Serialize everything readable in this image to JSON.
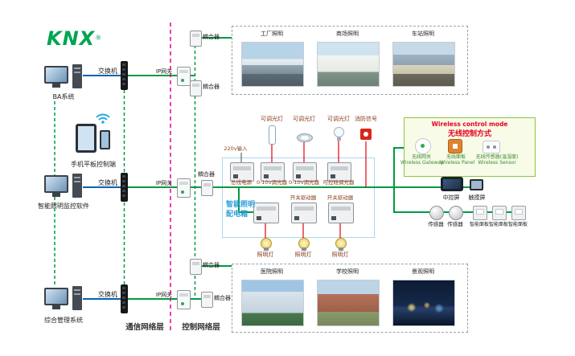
{
  "logo": {
    "text": "KNX",
    "reg": "®"
  },
  "layers": {
    "communication": "通信网络层",
    "control": "控制网络层"
  },
  "terminals": {
    "ba": "BA系统",
    "mobile": "手机平板控制端",
    "monitor": "智能照明监控软件",
    "management": "综合管理系统"
  },
  "network": {
    "switch": "交换机",
    "gateway": "IP网关",
    "coupler": "耦合器"
  },
  "top_gallery": {
    "items": [
      {
        "label": "工厂照明"
      },
      {
        "label": "商场照明"
      },
      {
        "label": "车站照明"
      }
    ]
  },
  "bottom_gallery": {
    "items": [
      {
        "label": "医院照明"
      },
      {
        "label": "学校照明"
      },
      {
        "label": "景观照明"
      }
    ]
  },
  "dist_box": {
    "title_line1": "智能照明",
    "title_line2": "配电箱",
    "input_label": "220v输入",
    "loads": [
      {
        "label": "可调光灯"
      },
      {
        "label": "可调光灯"
      },
      {
        "label": "可调光灯"
      },
      {
        "label": "消防信号"
      }
    ],
    "row1": [
      {
        "label": "总线电源"
      },
      {
        "label": "0-10v调光器"
      },
      {
        "label": "0-10v调光器"
      },
      {
        "label": "可控硅调光器"
      }
    ],
    "row2": [
      {
        "label": "开关驱动器"
      },
      {
        "label": "开关驱动器"
      }
    ],
    "lamps": [
      {
        "label": "照明灯"
      },
      {
        "label": "照明灯"
      },
      {
        "label": "照明灯"
      }
    ]
  },
  "wireless": {
    "title_en": "Wireless control mode",
    "title_zh": "无线控制方式",
    "devices": [
      {
        "zh": "无线网关",
        "en": "Wireless Gateway"
      },
      {
        "zh": "无线面板",
        "en": "Wireless Panel"
      },
      {
        "zh": "无线传感器(温湿度)",
        "en": "Wireless Sensor"
      }
    ]
  },
  "right_devices": {
    "screens": [
      {
        "label": "中控屏"
      },
      {
        "label": "触摸屏"
      }
    ],
    "sensors": [
      {
        "label": "传感器"
      },
      {
        "label": "传感器"
      }
    ],
    "panels": [
      {
        "label": "智能面板"
      },
      {
        "label": "智能面板"
      },
      {
        "label": "智能面板"
      }
    ]
  },
  "colors": {
    "green": "#009a44",
    "blue": "#0063b1",
    "magenta": "#ec008c",
    "red": "#e60012",
    "box_blue": "#2f9fd8"
  }
}
